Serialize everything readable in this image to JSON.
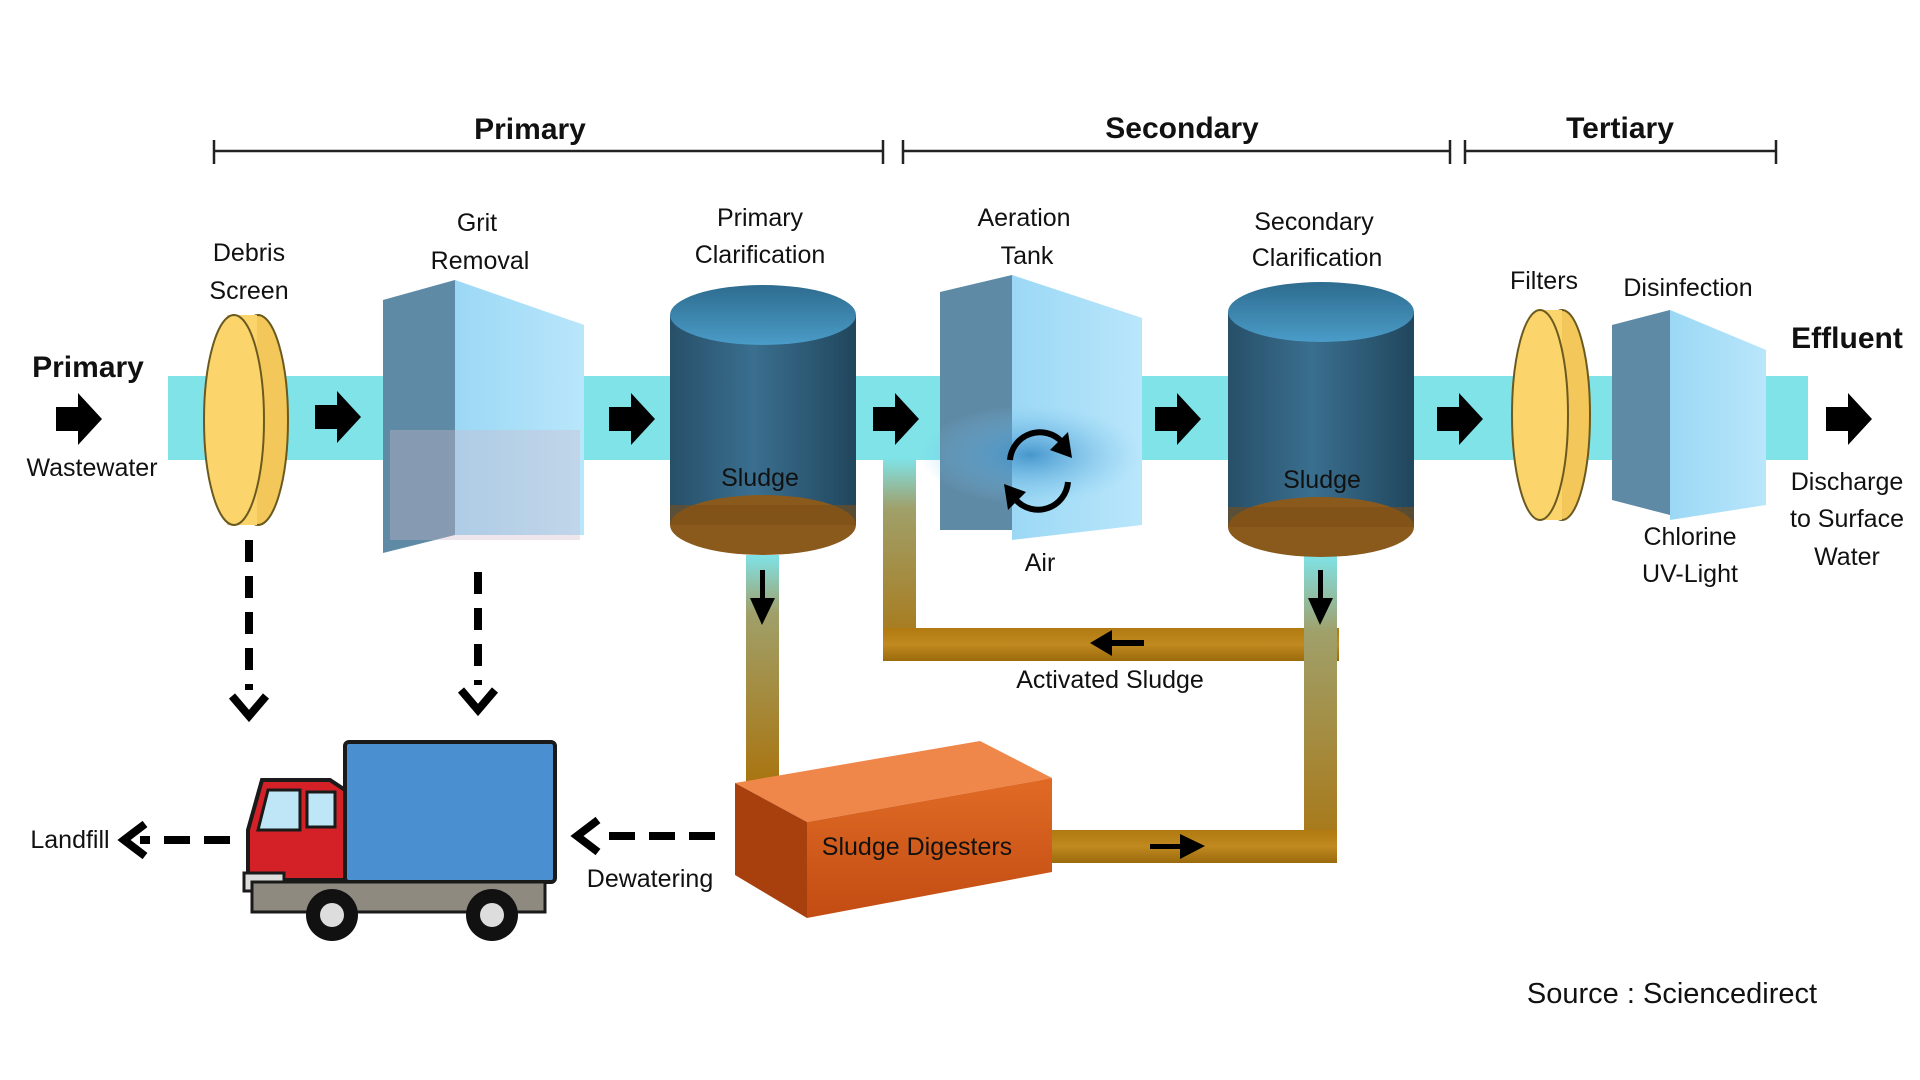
{
  "stages": {
    "primary": "Primary",
    "secondary": "Secondary",
    "tertiary": "Tertiary"
  },
  "inlet": {
    "title": "Primary",
    "subtitle": "Wastewater"
  },
  "units": {
    "debris_screen": [
      "Debris",
      "Screen"
    ],
    "grit_removal": [
      "Grit",
      "Removal"
    ],
    "primary_clarification": [
      "Primary",
      "Clarification"
    ],
    "aeration_tank": [
      "Aeration",
      "Tank"
    ],
    "secondary_clarification": [
      "Secondary",
      "Clarification"
    ],
    "filters": "Filters",
    "disinfection": "Disinfection"
  },
  "annotations": {
    "sludge_primary": "Sludge",
    "sludge_secondary": "Sludge",
    "air": "Air",
    "chlorine": "Chlorine",
    "uv_light": "UV-Light",
    "activated_sludge": "Activated Sludge",
    "sludge_digesters": "Sludge Digesters",
    "dewatering": "Dewatering",
    "landfill": "Landfill"
  },
  "outlet": {
    "title": "Effluent",
    "lines": [
      "Discharge",
      "to Surface",
      "Water"
    ]
  },
  "source": "Source : Sciencedirect",
  "colors": {
    "pipe": "#7fe3e8",
    "tank_dark": "#2f5f7c",
    "box_light": "#a9dcf7",
    "sludge_brown": "#8a5a1c",
    "sludge_pipe": "#b87f1a",
    "filter_yellow": "#fbd56b",
    "digester_orange": "#d45a1b",
    "truck_blue": "#4a8fd0",
    "truck_red": "#d32127"
  }
}
